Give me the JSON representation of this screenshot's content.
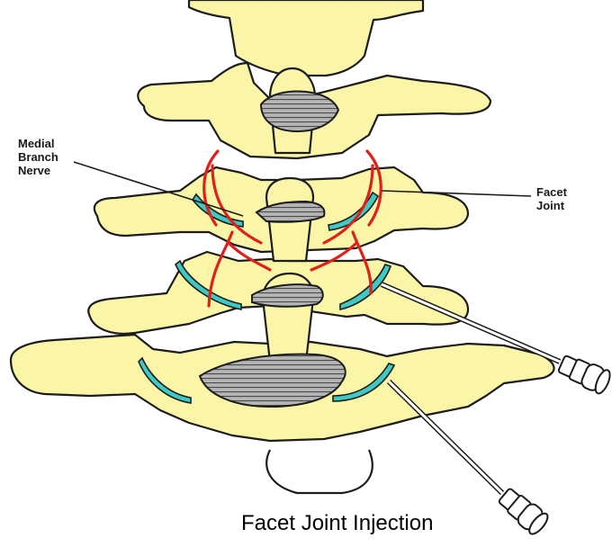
{
  "labels": {
    "medial_branch_nerve": [
      "Medial",
      "Branch",
      "Nerve"
    ],
    "facet_joint": [
      "Facet",
      "Joint"
    ]
  },
  "caption": "Facet Joint Injection",
  "colors": {
    "bone": "#fbf5a8",
    "outline": "#1c1c1c",
    "disc_hatch": "#7a7a7a",
    "cartilage": "#3ec9c4",
    "nerve": "#e0201a",
    "needle": "#ffffff"
  }
}
